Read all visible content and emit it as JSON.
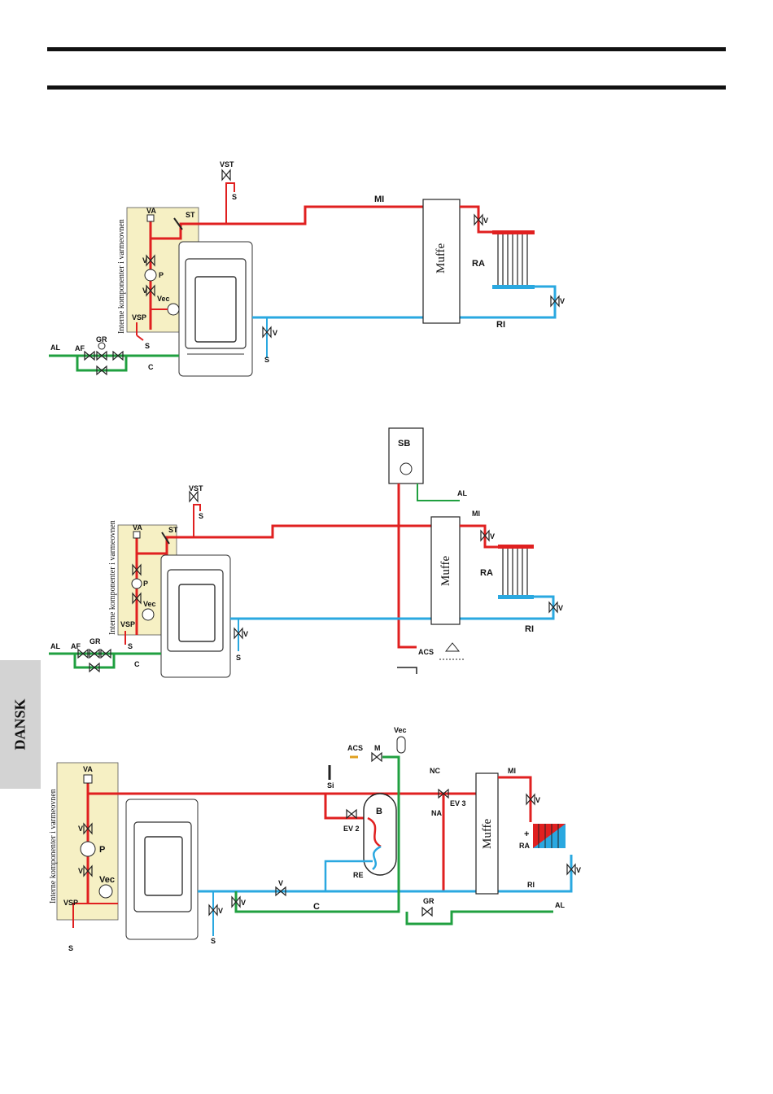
{
  "page": {
    "side_tab": "DANSK"
  },
  "diagrams": [
    {
      "internal_label": "Interne komponenter i varmeovnen",
      "muffe": "Muffe",
      "labels": {
        "vst": "VST",
        "st": "ST",
        "va": "VA",
        "v": "V",
        "p": "P",
        "vec": "Vec",
        "vsp": "VSP",
        "s": "S",
        "gr": "GR",
        "af": "AF",
        "al": "AL",
        "c": "C",
        "mi": "MI",
        "ri": "RI",
        "ra": "RA"
      }
    },
    {
      "internal_label": "Interne komponenter i varmeovnen",
      "muffe": "Muffe",
      "labels": {
        "vst": "VST",
        "st": "ST",
        "va": "VA",
        "v": "V",
        "p": "P",
        "vec": "Vec",
        "vsp": "VSP",
        "s": "S",
        "gr": "GR",
        "af": "AF",
        "al": "AL",
        "c": "C",
        "mi": "MI",
        "ri": "RI",
        "ra": "RA",
        "sb": "SB",
        "acs": "ACS"
      }
    },
    {
      "internal_label": "Interne komponenter i varmeovnen",
      "muffe": "Muffe",
      "labels": {
        "va": "VA",
        "v": "V",
        "p": "P",
        "vec": "Vec",
        "vsp": "VSP",
        "s": "S",
        "c": "C",
        "si": "Si",
        "acs": "ACS",
        "m": "M",
        "b": "B",
        "ev2": "EV 2",
        "ev3": "EV 3",
        "re": "RE",
        "nc": "NC",
        "na": "NA",
        "mi": "MI",
        "ri": "RI",
        "ra": "RA",
        "gr": "GR",
        "al": "AL",
        "plus": "+"
      }
    }
  ],
  "colors": {
    "hot": "#e02020",
    "cold": "#2aa8e0",
    "supply": "#20a040",
    "panel": "#f6f0c4",
    "line": "#222222"
  }
}
